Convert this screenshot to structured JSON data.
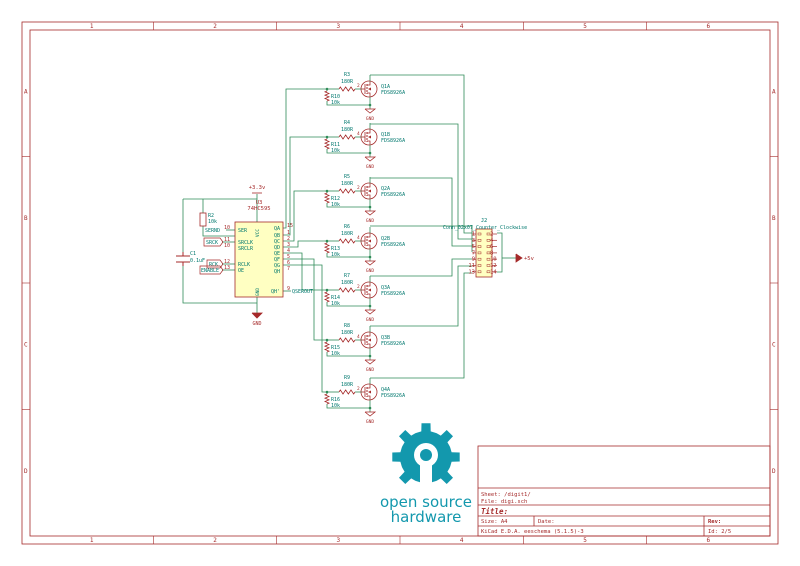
{
  "colors": {
    "border": "#a52a2a",
    "wire": "#2e8b57",
    "part": "#a52a2a",
    "partFill": "#ffffc2",
    "label": "#00786e",
    "ref": "#00786e",
    "oshw": "#1398ad",
    "flag": "#a52a2a"
  },
  "frame": {
    "cols_top": [
      "1",
      "2",
      "3",
      "4",
      "5",
      "6"
    ],
    "cols_bottom": [
      "1",
      "2",
      "3",
      "4",
      "5",
      "6"
    ],
    "rows_left": [
      "A",
      "B",
      "C",
      "D"
    ],
    "rows_right": [
      "A",
      "B",
      "C",
      "D"
    ]
  },
  "title_block": {
    "sheet": "Sheet: /digit1/",
    "file": "File: digi.sch",
    "title": "Title:",
    "size": "Size: A4",
    "date": "Date:",
    "rev": "Rev:",
    "kicad": "KiCad E.D.A.  eeschema (5.1.5)-3",
    "id": "Id: 2/5"
  },
  "logo": {
    "line1": "open source",
    "line2": "hardware"
  },
  "power": {
    "vcc": "+3.3v",
    "gnd": "GND",
    "plus5": "+5v"
  },
  "shift_register": {
    "ref": "U3",
    "value": "74HC595",
    "pins_left": [
      {
        "num": "10",
        "name": "SER"
      },
      {
        "num": "11",
        "name": "SRCLK"
      },
      {
        "num": "10",
        "name": "SRCLR"
      },
      {
        "num": "12",
        "name": "RCLK"
      },
      {
        "num": "13",
        "name": "OE"
      }
    ],
    "pins_right": [
      {
        "num": "15",
        "name": "QA"
      },
      {
        "num": "1",
        "name": "QB"
      },
      {
        "num": "2",
        "name": "QC"
      },
      {
        "num": "3",
        "name": "QD"
      },
      {
        "num": "4",
        "name": "QE"
      },
      {
        "num": "5",
        "name": "QF"
      },
      {
        "num": "6",
        "name": "QG"
      },
      {
        "num": "7",
        "name": "QH"
      }
    ],
    "qh_prime_pin": "9",
    "qh_prime_name": "QH'",
    "vcc_name": "VCC",
    "gnd_name": "GND"
  },
  "labels": {
    "sernd": "SERND",
    "srck": "SRCK",
    "rck": "RCK",
    "enable": "ENABLE",
    "qserout": "QSEROUT"
  },
  "capacitor": {
    "ref": "C1",
    "value": "0.1uF"
  },
  "resistor_r2": {
    "ref": "R2",
    "value": "10k"
  },
  "channels": [
    {
      "r_ref": "R3",
      "r_val": "180R",
      "rg_ref": "R10",
      "rg_val": "10k",
      "q_ref": "Q1A",
      "q_val": "FDS8926A",
      "gate_pin": "2"
    },
    {
      "r_ref": "R4",
      "r_val": "180R",
      "rg_ref": "R11",
      "rg_val": "10k",
      "q_ref": "Q1B",
      "q_val": "FDS8926A",
      "gate_pin": "4"
    },
    {
      "r_ref": "R5",
      "r_val": "180R",
      "rg_ref": "R12",
      "rg_val": "10k",
      "q_ref": "Q2A",
      "q_val": "FDS8926A",
      "gate_pin": "2"
    },
    {
      "r_ref": "R6",
      "r_val": "180R",
      "rg_ref": "R13",
      "rg_val": "10k",
      "q_ref": "Q2B",
      "q_val": "FDS8926A",
      "gate_pin": "4"
    },
    {
      "r_ref": "R7",
      "r_val": "180R",
      "rg_ref": "R14",
      "rg_val": "10k",
      "q_ref": "Q3A",
      "q_val": "FDS8926A",
      "gate_pin": "2"
    },
    {
      "r_ref": "R8",
      "r_val": "180R",
      "rg_ref": "R15",
      "rg_val": "10k",
      "q_ref": "Q3B",
      "q_val": "FDS8926A",
      "gate_pin": "4"
    },
    {
      "r_ref": "R9",
      "r_val": "180R",
      "rg_ref": "R16",
      "rg_val": "10k",
      "q_ref": "Q4A",
      "q_val": "FDS8926A",
      "gate_pin": "2"
    }
  ],
  "connector": {
    "ref": "J2",
    "value": "Conn_02x07_Counter_Clockwise",
    "left_pins": [
      "1",
      "3",
      "5",
      "7",
      "9",
      "11",
      "13"
    ],
    "right_pins": [
      "2",
      "4",
      "6",
      "8",
      "10",
      "12",
      "14"
    ]
  }
}
